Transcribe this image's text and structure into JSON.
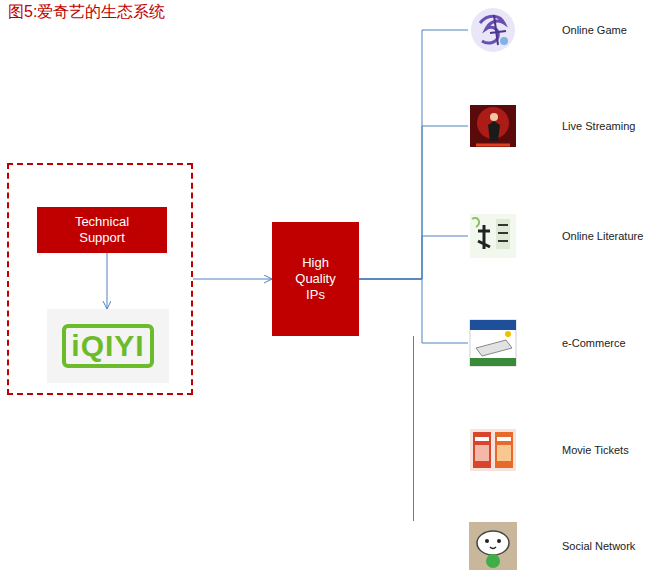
{
  "diagram": {
    "title": "图5:爱奇艺的生态系统",
    "nodes": [
      {
        "text": []
      },
      {
        "text": [
          "Technical Support"
        ],
        "in": 0
      },
      {
        "text": [
          "iQIYI"
        ],
        "in": 0
      },
      {
        "text": [
          "High Quality IPs"
        ]
      },
      {
        "text": [
          "Online Game"
        ]
      },
      {
        "text": [
          "Live Streaming"
        ]
      },
      {
        "text": [
          "Online Literature"
        ]
      },
      {
        "text": [
          "e-Commerce"
        ]
      },
      {
        "text": [
          "Movie Tickets"
        ]
      },
      {
        "text": [
          "Social Network"
        ]
      }
    ],
    "edges": [
      {
        "from": 1,
        "to": 2,
        "arrow": "to"
      },
      {
        "from": 0,
        "to": 3,
        "arrow": "to"
      },
      {
        "from": 3,
        "to": 4,
        "arrow": "none"
      },
      {
        "from": 3,
        "to": 5,
        "arrow": "none"
      },
      {
        "from": 3,
        "to": 6,
        "arrow": "none"
      },
      {
        "from": 3,
        "to": 7,
        "arrow": "none"
      },
      {
        "from": 3,
        "to": 8,
        "arrow": "none"
      },
      {
        "from": 3,
        "to": 9,
        "arrow": "none"
      }
    ]
  }
}
